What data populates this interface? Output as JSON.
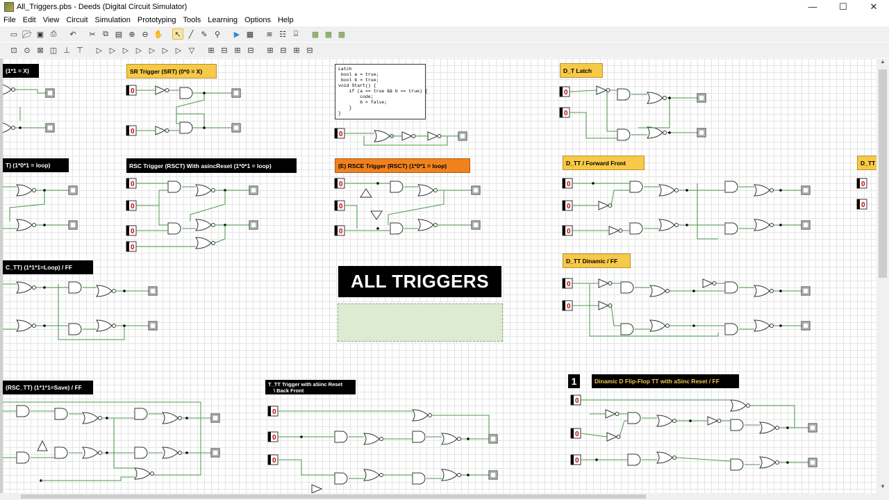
{
  "window": {
    "title": "All_Triggers.pbs - Deeds (Digital Circuit Simulator)",
    "minimize": "—",
    "maximize": "☐",
    "close": "✕"
  },
  "menu": [
    "File",
    "Edit",
    "View",
    "Circuit",
    "Simulation",
    "Prototyping",
    "Tools",
    "Learning",
    "Options",
    "Help"
  ],
  "toolbar1": [
    "new-icon",
    "open-icon",
    "save-icon",
    "print-icon",
    "undo-icon",
    "cut-icon",
    "copy-icon",
    "paste-icon",
    "zoom-in-icon",
    "zoom-out-icon",
    "pan-icon",
    "select-icon",
    "wire-icon",
    "label-icon",
    "probe-icon",
    "run-icon",
    "grid-icon",
    "netlist-icon",
    "props-icon",
    "chip-icon",
    "fpga-icon",
    "board-icon",
    "board2-icon"
  ],
  "toolbar2": [
    "input-icon",
    "clock-icon",
    "output-icon",
    "led-icon",
    "ground-icon",
    "vcc-icon",
    "and-gate-icon",
    "nand-gate-icon",
    "or-gate-icon",
    "nor-gate-icon",
    "xor-gate-icon",
    "xnor-gate-icon",
    "not-gate-icon",
    "buffer-icon",
    "tristate-icon",
    "mux-icon",
    "demux-icon",
    "decoder-icon",
    "flipflop-icon",
    "register-icon",
    "counter-icon",
    "memory-icon"
  ],
  "labels": {
    "sr_partial": "(1*1 = X)",
    "srt": "SR Trigger (SRT)  (0*0 = X)",
    "dt_latch": "D_T Latch",
    "t_loop": "T)  (1*0*1 = loop)",
    "rsct_async": "RSC Trigger (RSCT)  With asincReset (1*0*1 = loop)",
    "rsce": "(E) RSCE Trigger (RSCT)  (1*0*1 = loop)",
    "dtt_forward": "D_TT  / Forward Front",
    "dtt_edge": "D_TT",
    "rsc_tt_loop": "C_TT) (1*1*1=Loop)   / FF",
    "dtt_dinamic": "D_TT Dinamic  / FF",
    "rsc_tt_save": "(RSC_TT) (1*1*1=Save)   / FF",
    "ttt_async": "T_TT Trigger with aSinc Reset",
    "ttt_async2": "\\ Back Front",
    "dff_async": "Dinamic D Flip-Flop TT with aSinc Reset  / FF"
  },
  "code_box": "Latch\n bool a = true;\n bool b = true;\nvoid Start() {\n    if (a == true && b == true) {\n        code;\n        b = false;\n    }\n}",
  "big_title": "ALL TRIGGERS",
  "badge_number": "1",
  "pin_label": "0"
}
